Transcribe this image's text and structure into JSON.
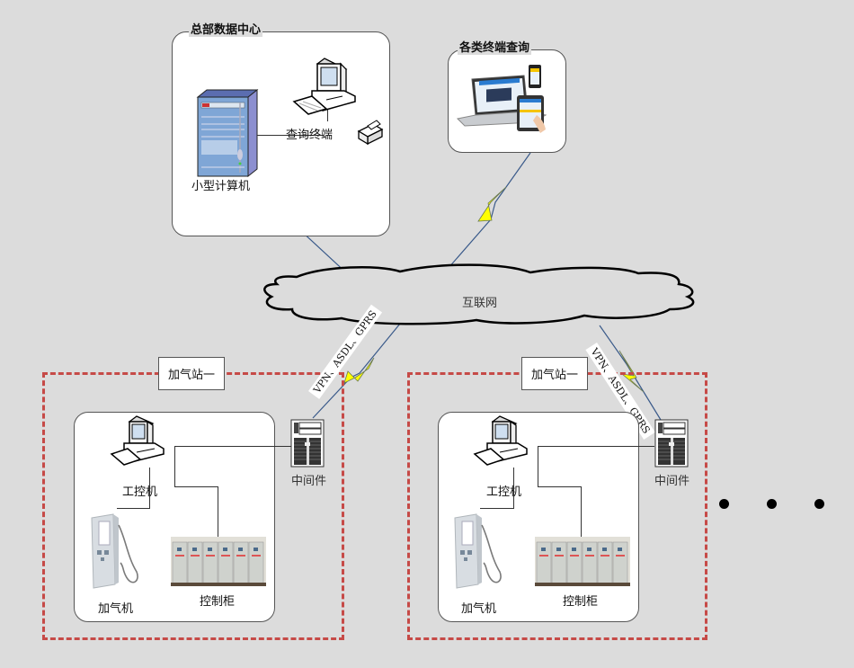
{
  "diagram": {
    "colors": {
      "background": "#dcdcdc",
      "station_border": "#c64a47",
      "lightning": "#ffff00",
      "link_line": "#3a5a8a"
    },
    "hq": {
      "title": "总部数据中心",
      "server_label": "小型计算机",
      "terminal_label": "查询终端"
    },
    "terminals": {
      "title": "各类终端查询"
    },
    "cloud": {
      "label": "互联网"
    },
    "stations": [
      {
        "tag": "加气站一",
        "link_label": "VPN、ASDL、GPRS",
        "ipc_label": "工控机",
        "middleware_label": "中间件",
        "dispenser_label": "加气机",
        "cabinet_label": "控制柜"
      },
      {
        "tag": "加气站一",
        "link_label": "VPN、ASDL、GPRS",
        "ipc_label": "工控机",
        "middleware_label": "中间件",
        "dispenser_label": "加气机",
        "cabinet_label": "控制柜"
      }
    ],
    "more_indicator": "ellipsis"
  }
}
